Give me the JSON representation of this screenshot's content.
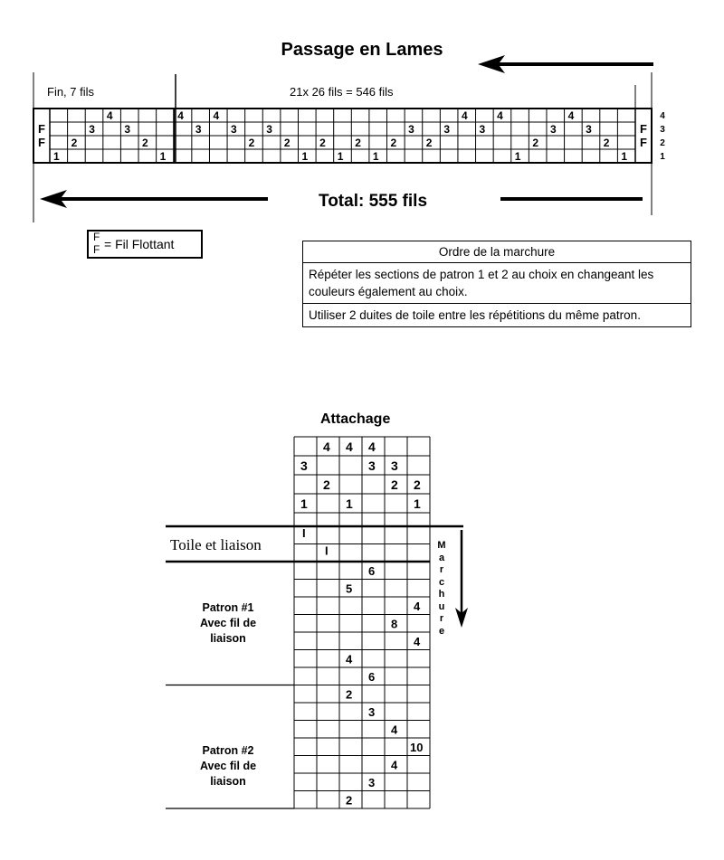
{
  "threading": {
    "title": "Passage en Lames",
    "left_label": "Fin, 7 fils",
    "mid_label": "21x 26 fils = 546 fils",
    "total_label": "Total: 555 fils",
    "float_mark": "F",
    "shaft_labels": [
      "4",
      "3",
      "2",
      "1"
    ],
    "cells": [
      {
        "col": 1,
        "shaft": 1,
        "v": "1"
      },
      {
        "col": 2,
        "shaft": 2,
        "v": "2"
      },
      {
        "col": 3,
        "shaft": 3,
        "v": "3"
      },
      {
        "col": 4,
        "shaft": 4,
        "v": "4"
      },
      {
        "col": 5,
        "shaft": 3,
        "v": "3"
      },
      {
        "col": 6,
        "shaft": 2,
        "v": "2"
      },
      {
        "col": 7,
        "shaft": 1,
        "v": "1"
      },
      {
        "col": 8,
        "shaft": 4,
        "v": "4"
      },
      {
        "col": 9,
        "shaft": 3,
        "v": "3"
      },
      {
        "col": 10,
        "shaft": 4,
        "v": "4"
      },
      {
        "col": 11,
        "shaft": 3,
        "v": "3"
      },
      {
        "col": 12,
        "shaft": 2,
        "v": "2"
      },
      {
        "col": 13,
        "shaft": 3,
        "v": "3"
      },
      {
        "col": 14,
        "shaft": 2,
        "v": "2"
      },
      {
        "col": 15,
        "shaft": 1,
        "v": "1"
      },
      {
        "col": 16,
        "shaft": 2,
        "v": "2"
      },
      {
        "col": 17,
        "shaft": 1,
        "v": "1"
      },
      {
        "col": 18,
        "shaft": 2,
        "v": "2"
      },
      {
        "col": 19,
        "shaft": 1,
        "v": "1"
      },
      {
        "col": 20,
        "shaft": 2,
        "v": "2"
      },
      {
        "col": 21,
        "shaft": 3,
        "v": "3"
      },
      {
        "col": 22,
        "shaft": 2,
        "v": "2"
      },
      {
        "col": 23,
        "shaft": 3,
        "v": "3"
      },
      {
        "col": 24,
        "shaft": 4,
        "v": "4"
      },
      {
        "col": 25,
        "shaft": 3,
        "v": "3"
      },
      {
        "col": 26,
        "shaft": 4,
        "v": "4"
      },
      {
        "col": 27,
        "shaft": 1,
        "v": "1"
      },
      {
        "col": 28,
        "shaft": 2,
        "v": "2"
      },
      {
        "col": 29,
        "shaft": 3,
        "v": "3"
      },
      {
        "col": 30,
        "shaft": 4,
        "v": "4"
      },
      {
        "col": 31,
        "shaft": 3,
        "v": "3"
      },
      {
        "col": 32,
        "shaft": 2,
        "v": "2"
      },
      {
        "col": 33,
        "shaft": 1,
        "v": "1"
      }
    ]
  },
  "legend": {
    "f_top": "F",
    "f_bottom": "F",
    "text": "= Fil Flottant"
  },
  "ordre": {
    "title": "Ordre de la marchure",
    "line1": "Répéter les sections de patron 1 et 2 au choix en changeant les couleurs également au choix.",
    "line2": "Utiliser 2 duites de toile entre les répétitions du même patron."
  },
  "tieup": {
    "title": "Attachage",
    "rows": [
      [
        "",
        "4",
        "4",
        "4",
        "",
        ""
      ],
      [
        "3",
        "",
        "",
        "3",
        "3",
        ""
      ],
      [
        "",
        "2",
        "",
        "",
        "2",
        "2"
      ],
      [
        "1",
        "",
        "1",
        "",
        "",
        "1"
      ]
    ]
  },
  "treadling": {
    "toile_label": "Toile et liaison",
    "marchure_letters": [
      "M",
      "a",
      "r",
      "c",
      "h",
      "u",
      "r",
      "e"
    ],
    "patron1_label": [
      "Patron #1",
      "Avec fil de",
      "liaison"
    ],
    "patron2_label": [
      "Patron #2",
      "Avec fil de",
      "liaison"
    ],
    "toile_rows": [
      {
        "col": 0,
        "v": "I"
      },
      {
        "col": 1,
        "v": "I"
      }
    ],
    "patron1_rows": [
      {
        "col": 3,
        "v": "6"
      },
      {
        "col": 2,
        "v": "5"
      },
      {
        "col": 5,
        "v": "4"
      },
      {
        "col": 4,
        "v": "8"
      },
      {
        "col": 5,
        "v": "4"
      },
      {
        "col": 2,
        "v": "4"
      },
      {
        "col": 3,
        "v": "6"
      }
    ],
    "patron2_rows": [
      {
        "col": 2,
        "v": "2"
      },
      {
        "col": 3,
        "v": "3"
      },
      {
        "col": 4,
        "v": "4"
      },
      {
        "col": 5,
        "v": "10"
      },
      {
        "col": 4,
        "v": "4"
      },
      {
        "col": 3,
        "v": "3"
      },
      {
        "col": 2,
        "v": "2"
      }
    ]
  }
}
